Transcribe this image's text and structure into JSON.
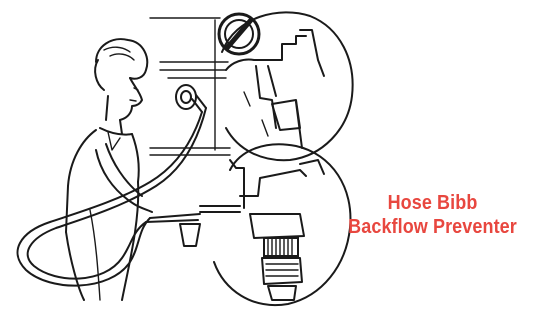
{
  "caption": {
    "line1": "Hose Bibb",
    "line2": "Backflow Preventer",
    "color": "#e8473f"
  },
  "icons": {
    "no_symbol": "prohibited-icon",
    "woman": "woman-with-hose-illustration",
    "faucet": "hose-bibb-faucet-icon",
    "upper_detail": "incorrect-faucet-detail-icon",
    "lower_detail": "backflow-preventer-detail-icon"
  }
}
